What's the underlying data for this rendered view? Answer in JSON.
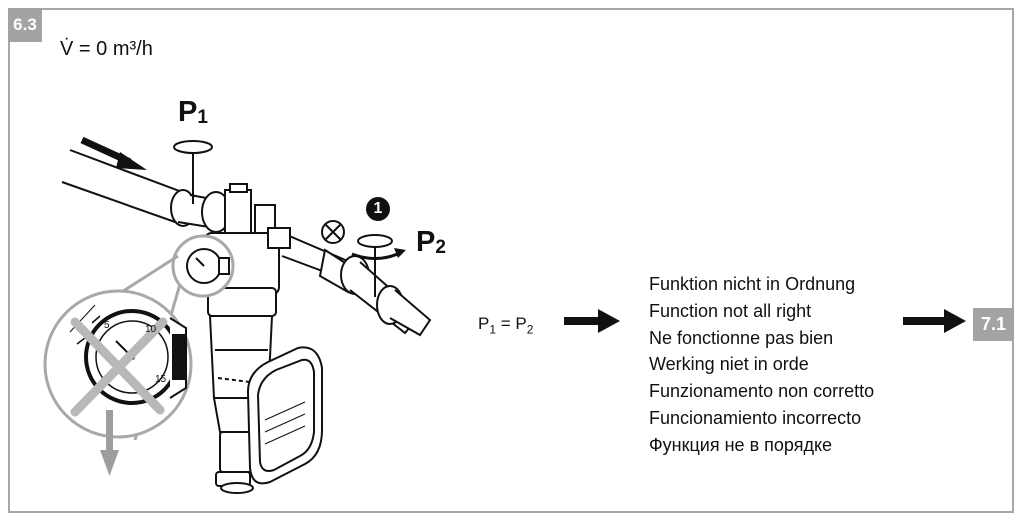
{
  "step_badge": "6.3",
  "flow_label": "V̇ = 0 m³/h",
  "p1_label": {
    "letter": "P",
    "index": "1"
  },
  "p2_label": {
    "letter": "P",
    "index": "2"
  },
  "callout_number": "1",
  "condition": {
    "left": "P",
    "left_index": "1",
    "op": " = ",
    "right": "P",
    "right_index": "2"
  },
  "messages": [
    "Funktion nicht in Ordnung",
    "Function not all right",
    "Ne fonctionne pas bien",
    "Werking niet in orde",
    "Funzionamento non corretto",
    "Funcionamiento incorrecto",
    "Функция не в порядке"
  ],
  "next_badge": "7.1",
  "gauge": {
    "scale_labels": [
      "5",
      "10",
      "15"
    ]
  },
  "colors": {
    "badge_gray": "#a3a3a3",
    "frame_gray": "#a7a7a7",
    "ink": "#111111"
  }
}
